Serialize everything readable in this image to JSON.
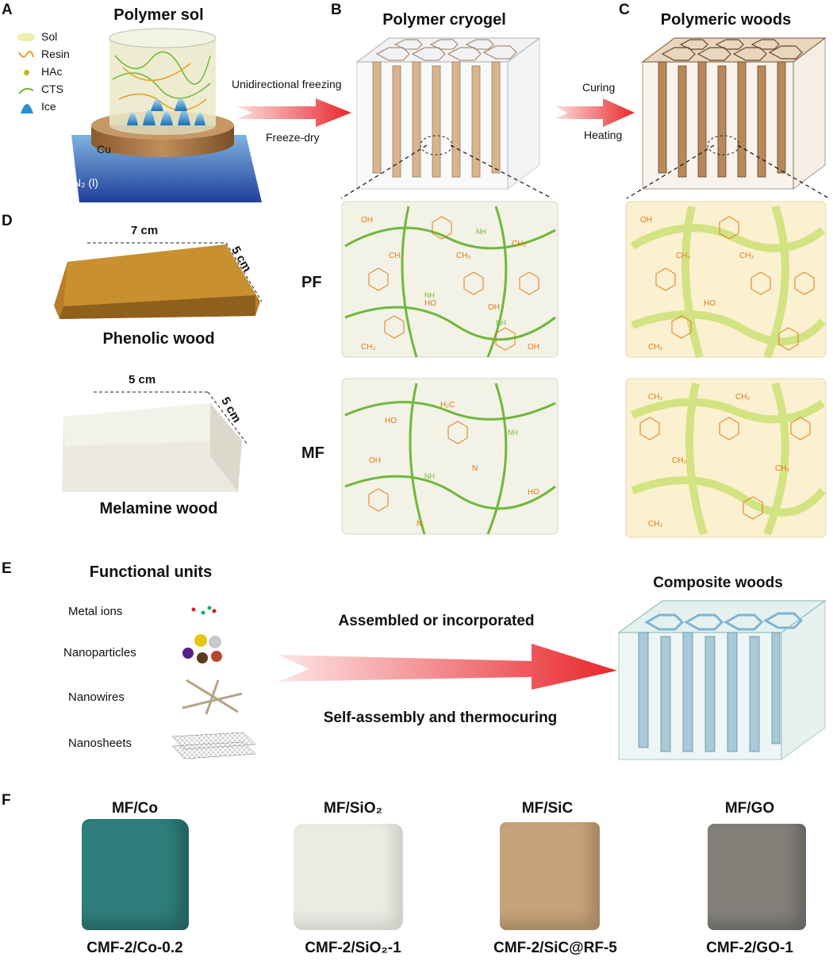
{
  "panels": {
    "a": {
      "letter": "A",
      "title": "Polymer sol",
      "legend": [
        {
          "label": "Sol",
          "icon": "sol-blob-icon"
        },
        {
          "label": "Resin",
          "icon": "resin-squiggle-icon"
        },
        {
          "label": "HAc",
          "icon": "hac-dot-icon"
        },
        {
          "label": "CTS",
          "icon": "cts-line-icon"
        },
        {
          "label": "Ice",
          "icon": "ice-dome-icon"
        }
      ],
      "cu_label": "Cu",
      "n2_label": "N₂ (l)"
    },
    "b": {
      "letter": "B",
      "title": "Polymer cryogel",
      "arrow_top": "Unidirectional freezing",
      "arrow_bottom": "Freeze-dry"
    },
    "c": {
      "letter": "C",
      "title": "Polymeric woods",
      "arrow_top": "Curing",
      "arrow_bottom": "Heating"
    },
    "d": {
      "letter": "D",
      "phenolic": {
        "width": "7  cm",
        "depth": "5  cm",
        "caption": "Phenolic wood"
      },
      "melamine": {
        "width": "5  cm",
        "depth": "5  cm",
        "caption": "Melamine wood"
      },
      "row_pf": "PF",
      "row_mf": "MF"
    },
    "e": {
      "letter": "E",
      "heading": "Functional units",
      "units": [
        "Metal ions",
        "Nanoparticles",
        "Nanowires",
        "Nanosheets"
      ],
      "arrow_top": "Assembled or incorporated",
      "arrow_bottom": "Self-assembly and thermocuring",
      "result_title": "Composite woods"
    },
    "f": {
      "letter": "F",
      "cubes": [
        {
          "title": "MF/Co",
          "caption": "CMF-2/Co-0.2",
          "color": "#2f7f7c"
        },
        {
          "title": "MF/SiO₂",
          "caption": "CMF-2/SiO₂-1",
          "color": "#ecebe3"
        },
        {
          "title": "MF/SiC",
          "caption": "CMF-2/SiC@RF-5",
          "color": "#c7a27a"
        },
        {
          "title": "MF/GO",
          "caption": "CMF-2/GO-1",
          "color": "#83807a"
        }
      ]
    }
  },
  "colors": {
    "arrow_red": "#e8262b",
    "cts_green": "#6fb83a",
    "resin_orange": "#e07a10",
    "wood_brown": "#a9784a"
  }
}
